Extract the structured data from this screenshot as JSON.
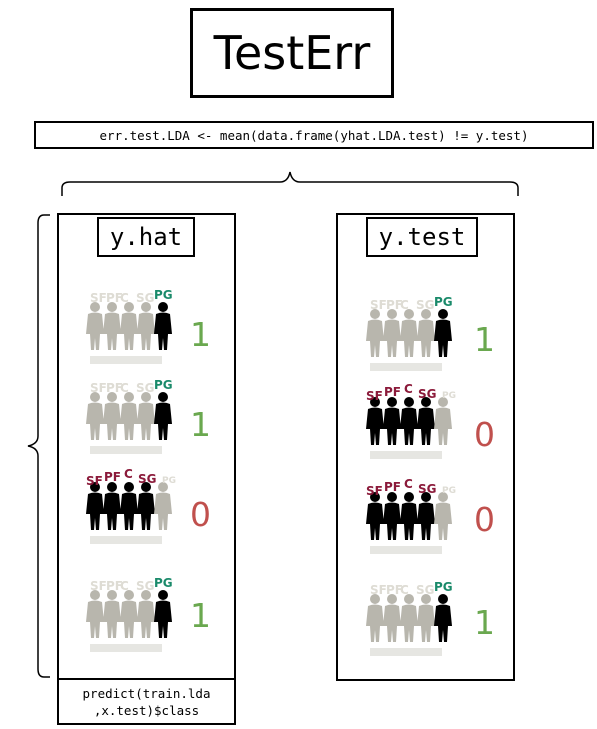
{
  "title": "TestErr",
  "code_line": "err.test.LDA <- mean(data.frame(yhat.LDA.test) != y.test)",
  "left_panel": {
    "label": "y.hat",
    "predict_line1": "predict(train.lda",
    "predict_line2": ",x.test)$class",
    "rows": [
      {
        "value": "1",
        "highlight": "PG",
        "dim_labels": [
          "SF",
          "PF",
          "C",
          "SG"
        ]
      },
      {
        "value": "1",
        "highlight": "PG",
        "dim_labels": [
          "SF",
          "PF",
          "C",
          "SG"
        ]
      },
      {
        "value": "0",
        "highlight_group": [
          "SF",
          "PF",
          "C",
          "SG"
        ],
        "dim_label": "PG"
      },
      {
        "value": "1",
        "highlight": "PG",
        "dim_labels": [
          "SF",
          "PF",
          "C",
          "SG"
        ]
      }
    ]
  },
  "right_panel": {
    "label": "y.test",
    "rows": [
      {
        "value": "1",
        "highlight": "PG",
        "dim_labels": [
          "SF",
          "PF",
          "C",
          "SG"
        ]
      },
      {
        "value": "0",
        "highlight_group": [
          "SF",
          "PF",
          "C",
          "SG"
        ],
        "dim_label": "PG"
      },
      {
        "value": "0",
        "highlight_group": [
          "SF",
          "PF",
          "C",
          "SG"
        ],
        "dim_label": "PG"
      },
      {
        "value": "1",
        "highlight": "PG",
        "dim_labels": [
          "SF",
          "PF",
          "C",
          "SG"
        ]
      }
    ]
  },
  "colors": {
    "one": "#6aa84f",
    "zero": "#c0504d",
    "pg_label": "#1a8a6a",
    "group_label": "#8b1a3a",
    "dim": "#b8b6ad",
    "active": "#000000"
  }
}
